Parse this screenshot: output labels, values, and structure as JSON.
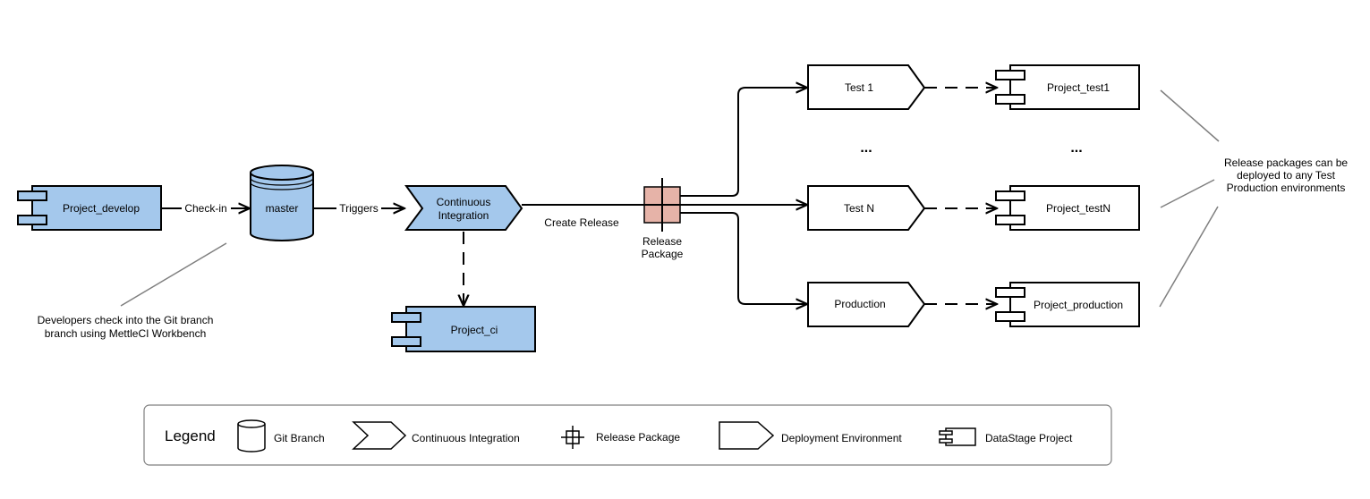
{
  "colors": {
    "blue_fill": "#a4c8ec",
    "release_fill": "#e6b3a8",
    "stroke": "#000000",
    "note_line": "#7f7f7f"
  },
  "nodes": {
    "project_develop": "Project_develop",
    "master": "master",
    "ci_line1": "Continuous",
    "ci_line2": "Integration",
    "project_ci": "Project_ci",
    "release_line1": "Release",
    "release_line2": "Package",
    "test1": "Test 1",
    "testN": "Test N",
    "production": "Production",
    "project_test1": "Project_test1",
    "project_testN": "Project_testN",
    "project_production": "Project_production",
    "env_ellipsis": "...",
    "project_ellipsis": "..."
  },
  "edges": {
    "checkin": "Check-in",
    "triggers": "Triggers",
    "create_release": "Create Release"
  },
  "notes": {
    "developers_line1": "Developers check into the Git branch",
    "developers_line2": "branch using MettleCI Workbench",
    "release_line1": "Release packages can be",
    "release_line2": "deployed to any Test",
    "release_line3": "Production environments"
  },
  "legend": {
    "title": "Legend",
    "git_branch": "Git Branch",
    "continuous_integration": "Continuous Integration",
    "release_package": "Release Package",
    "deployment_environment": "Deployment Environment",
    "datastage_project": "DataStage Project"
  }
}
